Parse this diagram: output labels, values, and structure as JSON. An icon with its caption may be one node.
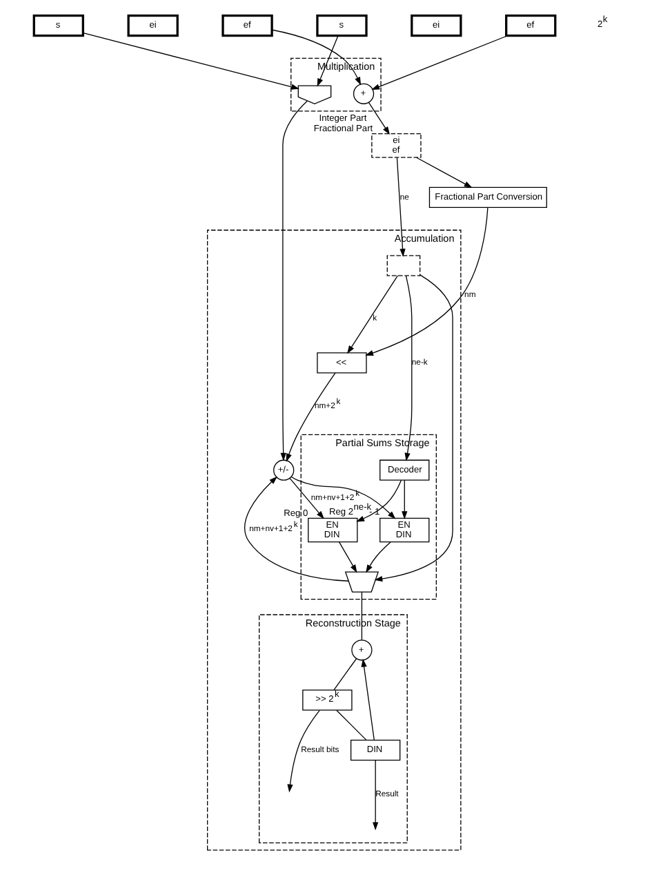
{
  "diagram": {
    "nodes": [
      {
        "text": [
          "s"
        ]
      },
      {
        "text": [
          "ei"
        ]
      },
      {
        "text": [
          "ef"
        ]
      },
      {
        "text": [
          "s"
        ]
      },
      {
        "text": [
          "ei"
        ]
      },
      {
        "text": [
          "ef"
        ]
      },
      {
        "text": [
          "Multiplication"
        ]
      },
      {
        "text": [],
        "shape": "gate",
        "in": 6
      },
      {
        "text": [
          "+"
        ],
        "in": 6
      },
      {
        "text": [
          "ei",
          "ef"
        ],
        "beside": [
          "Integer Part",
          "Fractional Part"
        ]
      },
      {
        "text": [
          "Fractional Part Conversion"
        ]
      },
      {
        "text": [
          "Accumulation"
        ]
      },
      {
        "text": [],
        "shape": "box",
        "in": 11
      },
      {
        "text": [
          "<<"
        ],
        "in": 11
      },
      {
        "text": [
          "+/-"
        ],
        "in": 11
      },
      {
        "text": [
          "Partial Sums Storage"
        ],
        "in": 11
      },
      {
        "text": [
          "Decoder"
        ],
        "in": 15
      },
      {
        "text": [
          "EN",
          "DIN"
        ],
        "beside": [
          "Reg 0"
        ],
        "in": 15
      },
      {
        "text": [
          "EN",
          "DIN"
        ],
        "beside": [
          "Reg 2$^{ne-k}$- 1"
        ],
        "in": 15
      },
      {
        "text": [],
        "shape": "trapezium",
        "in": 15
      },
      {
        "text": [
          "Reconstruction Stage"
        ],
        "in": 11
      },
      {
        "text": [
          "+"
        ],
        "in": 20
      },
      {
        "text": [
          ">> 2$^{k}$"
        ],
        "in": 20
      },
      {
        "text": [
          "DIN"
        ],
        "in": 20
      }
    ],
    "edges": [
      {
        "from": 0,
        "to": 7,
        "arrow": "to"
      },
      {
        "from": 3,
        "to": 7,
        "arrow": "to"
      },
      {
        "from": 2,
        "to": 8,
        "arrow": "to"
      },
      {
        "from": 5,
        "to": 8,
        "arrow": "to"
      },
      {
        "from": 8,
        "to": 9,
        "arrow": "to"
      },
      {
        "from": 9,
        "to": 12,
        "label": "ne",
        "arrow": "to"
      },
      {
        "from": 9,
        "to": 10,
        "arrow": "to"
      },
      {
        "from": 10,
        "to": 13,
        "label": "nm",
        "arrow": "to"
      },
      {
        "from": 12,
        "to": 16,
        "label": "ne-k",
        "arrow": "to"
      },
      {
        "from": 12,
        "to": 19,
        "arrow": "to"
      },
      {
        "from": 12,
        "to": 13,
        "label": "k",
        "arrow": "to"
      },
      {
        "from": 7,
        "to": 14,
        "arrow": "to"
      },
      {
        "from": 13,
        "to": 14,
        "label": "nm+2$^{k}$",
        "arrow": "to"
      },
      {
        "from": 14,
        "to": 17,
        "label": "nm+nv+1+2$^{k}$",
        "arrow": "to"
      },
      {
        "from": 14,
        "to": 18,
        "arrow": "to"
      },
      {
        "from": 16,
        "to": 17,
        "arrow": "to"
      },
      {
        "from": 16,
        "to": 18,
        "arrow": "to"
      },
      {
        "from": 17,
        "to": 19,
        "arrow": "to"
      },
      {
        "from": 18,
        "to": 19,
        "arrow": "to"
      },
      {
        "from": 19,
        "to": 14,
        "label": "nm+nv+1+2$^{k}$",
        "arrow": "to"
      },
      {
        "from": 19,
        "to": 21,
        "arrow": "none"
      },
      {
        "from": 23,
        "to": 21,
        "arrow": "to"
      },
      {
        "from": 21,
        "to": 22,
        "arrow": "none"
      },
      {
        "from": 22,
        "to": 23,
        "arrow": "none"
      },
      {
        "from": 22,
        "to": null,
        "label": "Result bits",
        "arrow": "to"
      },
      {
        "from": 23,
        "to": null,
        "label": "Result",
        "arrow": "to"
      }
    ],
    "labels": [
      "2$^{k}$"
    ]
  }
}
